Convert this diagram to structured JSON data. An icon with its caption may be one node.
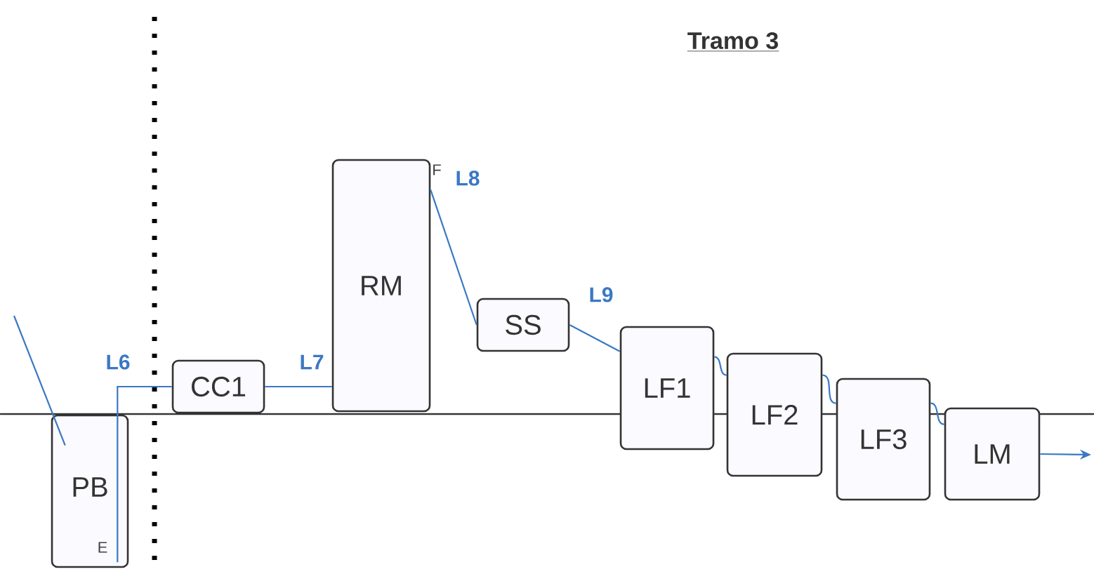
{
  "diagram": {
    "title": "Tramo 3",
    "nodes": [
      {
        "text": [
          "PB"
        ]
      },
      {
        "text": [
          "CC1"
        ]
      },
      {
        "text": [
          "RM"
        ]
      },
      {
        "text": [
          "SS"
        ]
      },
      {
        "text": [
          "LF1"
        ]
      },
      {
        "text": [
          "LF2"
        ]
      },
      {
        "text": [
          "LF3"
        ]
      },
      {
        "text": [
          "LM"
        ]
      }
    ],
    "edges": [
      {
        "from": null,
        "to": 0,
        "arrow": "none"
      },
      {
        "from": 0,
        "to": 1,
        "arrow": "none",
        "label": "L6"
      },
      {
        "from": 1,
        "to": 2,
        "arrow": "none",
        "label": "L7"
      },
      {
        "from": 2,
        "to": 3,
        "arrow": "none",
        "label": "L8"
      },
      {
        "from": 3,
        "to": 4,
        "arrow": "none",
        "label": "L9"
      },
      {
        "from": 4,
        "to": 5,
        "arrow": "none"
      },
      {
        "from": 5,
        "to": 6,
        "arrow": "none"
      },
      {
        "from": 6,
        "to": 7,
        "arrow": "none"
      },
      {
        "from": 7,
        "to": null,
        "arrow": "to"
      }
    ],
    "labels": [
      "E",
      "F"
    ]
  }
}
